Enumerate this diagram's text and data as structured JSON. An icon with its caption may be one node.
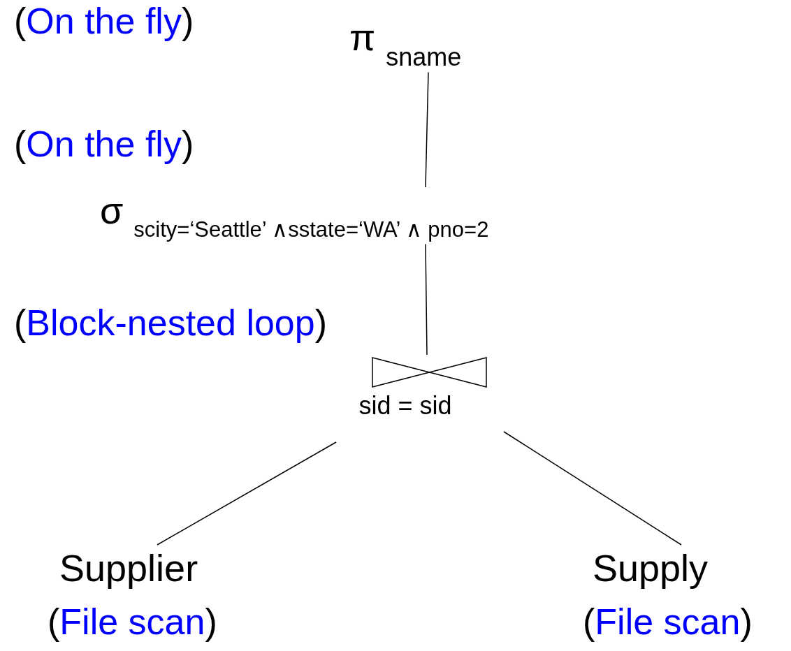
{
  "diagram": {
    "nodes": [
      {
        "text": [
          "π $_{sname}$"
        ]
      },
      {
        "text": [
          "σ $_{scity=‘Seattle’ ∧sstate=‘WA’ ∧ pno=2}$"
        ]
      },
      {
        "text": [
          "sid = sid"
        ]
      },
      {
        "text": [
          "Supplier"
        ]
      },
      {
        "text": [
          "Supply"
        ]
      }
    ],
    "edges": [
      {
        "from": 0,
        "to": 1,
        "arrow": "none"
      },
      {
        "from": 1,
        "to": 2,
        "arrow": "none"
      },
      {
        "from": 2,
        "to": 3,
        "arrow": "none"
      },
      {
        "from": 2,
        "to": 4,
        "arrow": "none"
      }
    ],
    "labels": [
      "(On the fly)",
      "(On the fly)",
      "(Block-nested loop)",
      "(File scan)",
      "(File scan)"
    ]
  }
}
